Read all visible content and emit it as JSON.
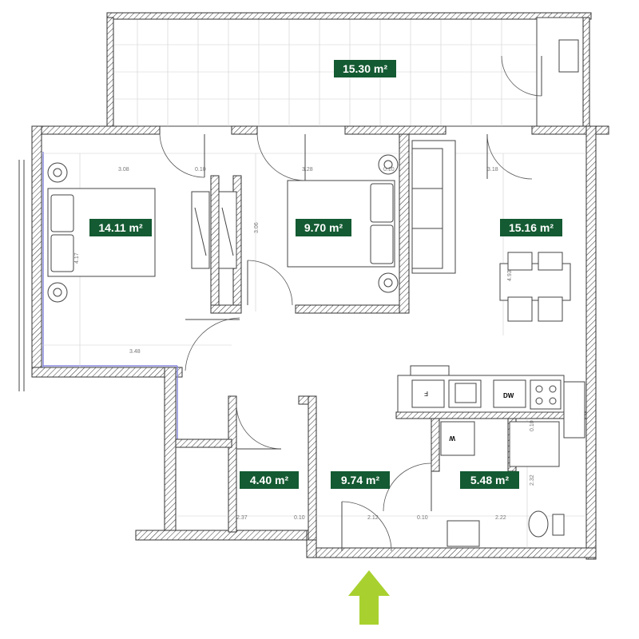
{
  "rooms": [
    {
      "id": "terrace",
      "area": "15.30 m²"
    },
    {
      "id": "bedroom-1",
      "area": "14.11 m²"
    },
    {
      "id": "bedroom-2",
      "area": "9.70 m²"
    },
    {
      "id": "living-room",
      "area": "15.16 m²"
    },
    {
      "id": "bathroom",
      "area": "4.40 m²"
    },
    {
      "id": "hallway",
      "area": "9.74 m²"
    },
    {
      "id": "wc-room",
      "area": "5.48 m²"
    }
  ],
  "dimensions": {
    "d308": "3.08",
    "d010a": "0.10",
    "d328": "3.28",
    "d010b": "0.10",
    "d318": "3.18",
    "d417": "4.17",
    "d306": "3.06",
    "d493": "4.93",
    "d348": "3.48",
    "d237": "2.37",
    "d010c": "0.10",
    "d212": "2.12",
    "d010d": "0.10",
    "d222": "2.22",
    "d232": "2.32",
    "d010e": "0.10"
  },
  "appliances": {
    "fridge": "F",
    "dishwasher": "DW",
    "washer": "W"
  },
  "colors": {
    "label_bg": "#145a32",
    "entrance_arrow": "#a8d12f"
  }
}
